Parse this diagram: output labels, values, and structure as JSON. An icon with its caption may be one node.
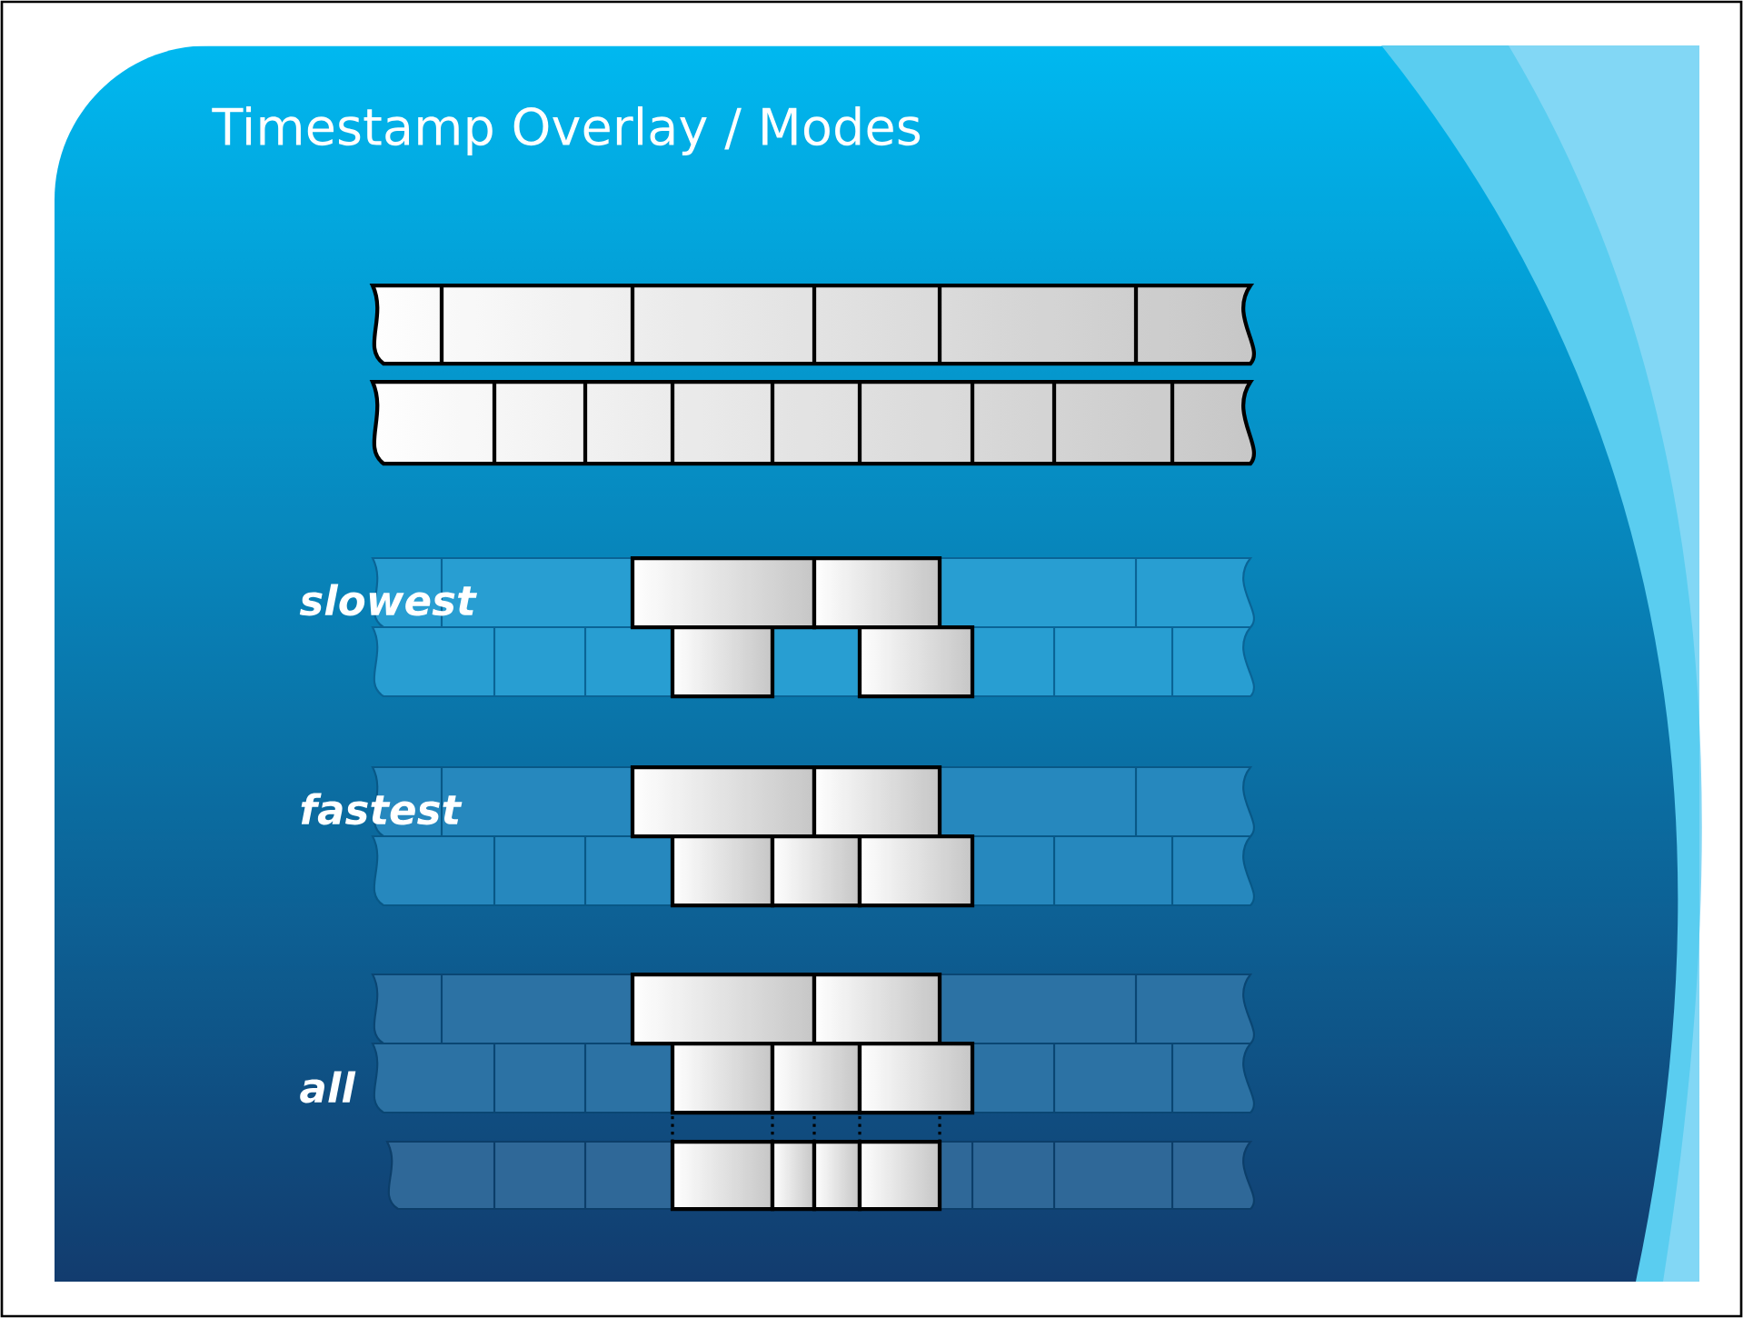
{
  "diagram": {
    "title": "Timestamp Overlay / Modes",
    "labels": [
      "slowest",
      "fastest",
      "all"
    ]
  }
}
